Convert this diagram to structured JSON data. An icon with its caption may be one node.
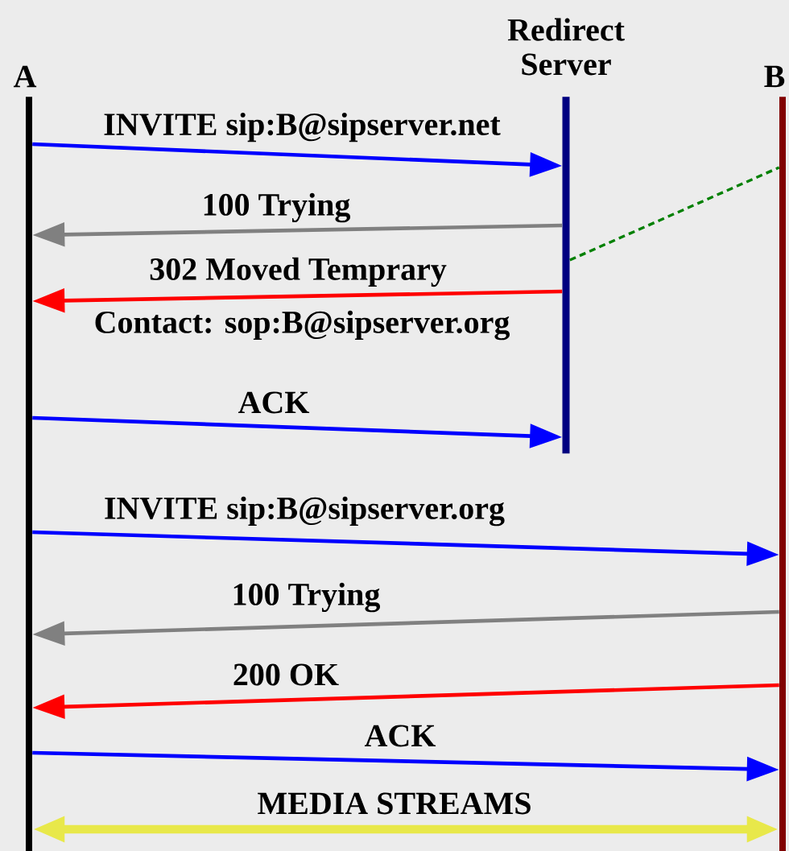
{
  "diagram": {
    "nodes": [
      {
        "text": [
          "A"
        ]
      },
      {
        "text": [
          "Redirect Server"
        ]
      },
      {
        "text": [
          "B"
        ]
      }
    ],
    "edges": [
      {
        "from": 0,
        "to": 1,
        "arrow": "to",
        "label": "INVITE sip:B@sipserver.net",
        "color": "#0000ff"
      },
      {
        "from": 1,
        "to": 0,
        "arrow": "to",
        "label": "100 Trying",
        "color": "#808080"
      },
      {
        "from": 1,
        "to": 0,
        "arrow": "to",
        "label": "302 Moved Temprary",
        "color": "#ff0000"
      },
      {
        "from": 0,
        "to": 1,
        "arrow": "to",
        "label": "ACK",
        "color": "#0000ff"
      },
      {
        "from": 0,
        "to": 2,
        "arrow": "to",
        "label": "INVITE sip:B@sipserver.org",
        "color": "#0000ff"
      },
      {
        "from": 2,
        "to": 0,
        "arrow": "to",
        "label": "100 Trying",
        "color": "#808080"
      },
      {
        "from": 2,
        "to": 0,
        "arrow": "to",
        "label": "200 OK",
        "color": "#ff0000"
      },
      {
        "from": 0,
        "to": 2,
        "arrow": "to",
        "label": "ACK",
        "color": "#0000ff"
      },
      {
        "from": 0,
        "to": 2,
        "arrow": "both",
        "label": "MEDIA STREAMS",
        "style": "thick",
        "color": "#e8e84a"
      },
      {
        "from": 1,
        "to": 2,
        "arrow": "none",
        "style": "dashed",
        "color": "#008000"
      }
    ],
    "labels": [
      "Contact: sop:B@sipserver.org"
    ]
  }
}
